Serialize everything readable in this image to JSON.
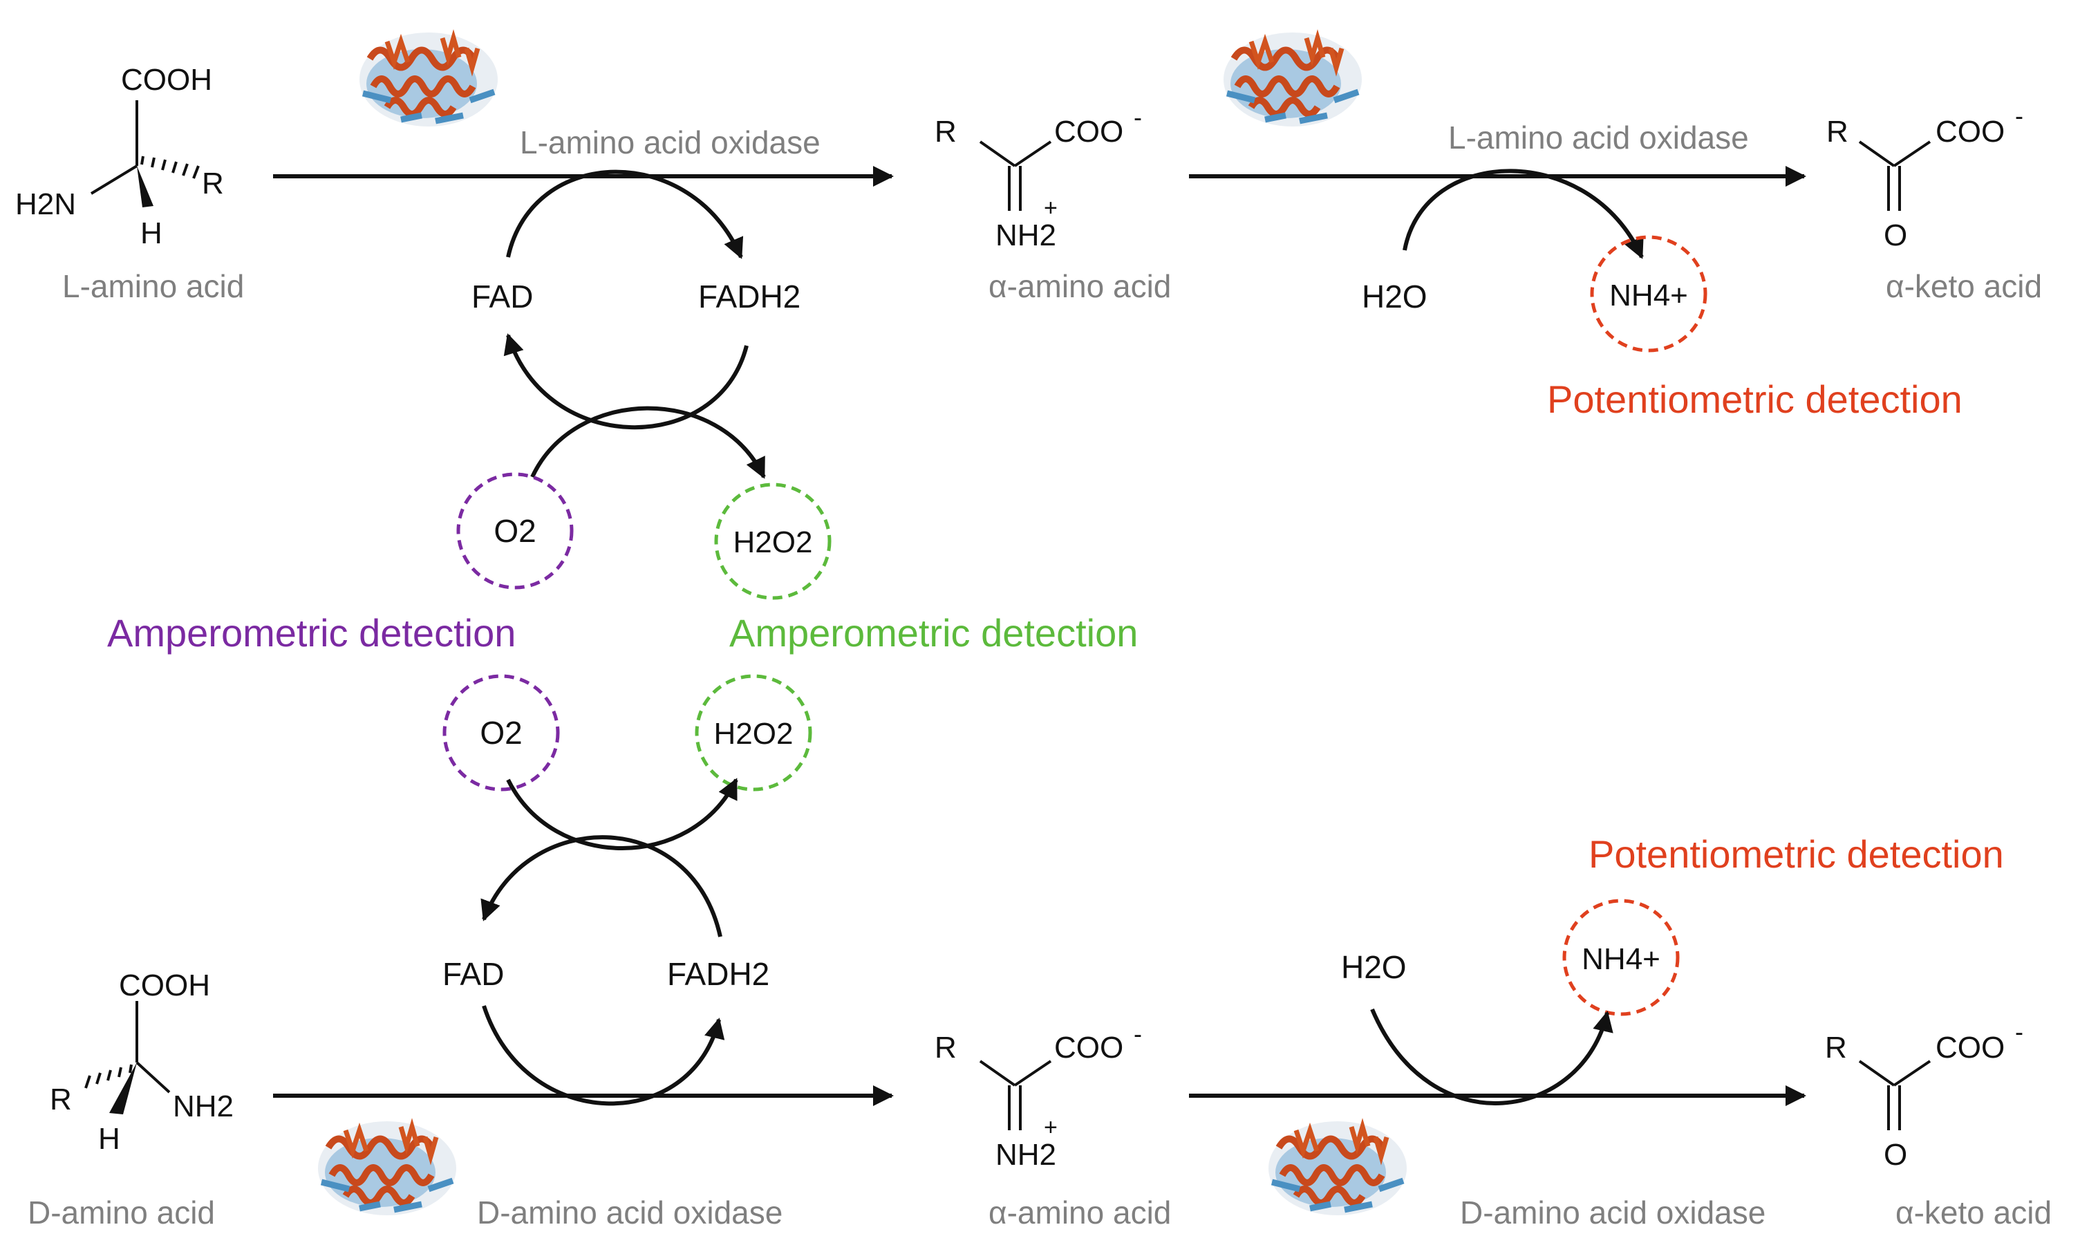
{
  "colors": {
    "arrow": "#111111",
    "label_gray": "#7f7f7f",
    "potentiometric": "#e0401e",
    "amperometric_o2": "#7b2aa2",
    "amperometric_h2o2": "#5cba3c",
    "enzyme_helix": "#c8491c",
    "enzyme_sheet": "#4a90c2"
  },
  "top": {
    "substrate": {
      "cooh": "COOH",
      "h2n": "H2N",
      "r": "R",
      "h": "H",
      "name": "L-amino acid"
    },
    "enzyme1": "L-amino acid oxidase",
    "enzyme2": "L-amino acid oxidase",
    "intermediate": {
      "r": "R",
      "coo": "COO",
      "charge": "-",
      "nh2": "NH2",
      "plus": "+",
      "name": "α-amino acid"
    },
    "product": {
      "r": "R",
      "coo": "COO",
      "charge": "-",
      "o": "O",
      "name": "α-keto acid"
    },
    "fad": "FAD",
    "fadh2": "FADH2",
    "o2": "O2",
    "h2o2": "H2O2",
    "h2o": "H2O",
    "nh4": "NH4+",
    "amperometric_o2_label": "Amperometric detection",
    "amperometric_h2o2_label": "Amperometric detection",
    "potentiometric_label": "Potentiometric detection"
  },
  "bottom": {
    "substrate": {
      "cooh": "COOH",
      "r": "R",
      "nh2": "NH2",
      "h": "H",
      "name": "D-amino acid"
    },
    "enzyme1": "D-amino acid oxidase",
    "enzyme2": "D-amino acid oxidase",
    "intermediate": {
      "r": "R",
      "coo": "COO",
      "charge": "-",
      "nh2": "NH2",
      "plus": "+",
      "name": "α-amino acid"
    },
    "product": {
      "r": "R",
      "coo": "COO",
      "charge": "-",
      "o": "O",
      "name": "α-keto acid"
    },
    "fad": "FAD",
    "fadh2": "FADH2",
    "o2": "O2",
    "h2o2": "H2O2",
    "h2o": "H2O",
    "nh4": "NH4+",
    "potentiometric_label": "Potentiometric detection"
  }
}
